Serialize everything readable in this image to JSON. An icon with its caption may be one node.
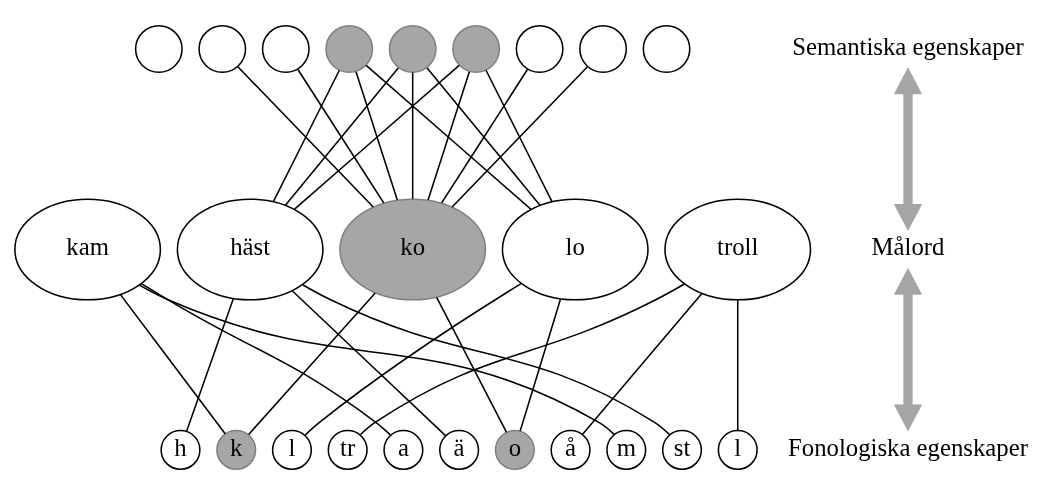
{
  "diagram": {
    "nodes": [
      {
        "text": [],
        "shape": "circle"
      },
      {
        "text": [],
        "shape": "circle"
      },
      {
        "text": [],
        "shape": "circle"
      },
      {
        "text": [],
        "shape": "circle"
      },
      {
        "text": [],
        "shape": "circle"
      },
      {
        "text": [],
        "shape": "circle"
      },
      {
        "text": [],
        "shape": "circle"
      },
      {
        "text": [],
        "shape": "circle"
      },
      {
        "text": [],
        "shape": "circle"
      },
      {
        "text": [
          "kam"
        ]
      },
      {
        "text": [
          "häst"
        ]
      },
      {
        "text": [
          "ko"
        ]
      },
      {
        "text": [
          "lo"
        ]
      },
      {
        "text": [
          "troll"
        ]
      },
      {
        "text": [
          "h"
        ]
      },
      {
        "text": [
          "k"
        ]
      },
      {
        "text": [
          "l"
        ]
      },
      {
        "text": [
          "tr"
        ]
      },
      {
        "text": [
          "a"
        ]
      },
      {
        "text": [
          "ä"
        ]
      },
      {
        "text": [
          "o"
        ]
      },
      {
        "text": [
          "å"
        ]
      },
      {
        "text": [
          "m"
        ]
      },
      {
        "text": [
          "st"
        ]
      },
      {
        "text": [
          "l"
        ]
      },
      {
        "text": [
          "Semantiska egenskaper"
        ]
      },
      {
        "text": [
          "Målord"
        ]
      },
      {
        "text": [
          "Fonologiska egenskaper"
        ]
      }
    ],
    "edges": [
      {
        "from": 1,
        "to": 11,
        "arrow": "none"
      },
      {
        "from": 2,
        "to": 11,
        "arrow": "none"
      },
      {
        "from": 3,
        "to": 10,
        "arrow": "none"
      },
      {
        "from": 3,
        "to": 11,
        "arrow": "none"
      },
      {
        "from": 3,
        "to": 12,
        "arrow": "none"
      },
      {
        "from": 4,
        "to": 10,
        "arrow": "none"
      },
      {
        "from": 4,
        "to": 11,
        "arrow": "none"
      },
      {
        "from": 4,
        "to": 12,
        "arrow": "none"
      },
      {
        "from": 5,
        "to": 10,
        "arrow": "none"
      },
      {
        "from": 5,
        "to": 11,
        "arrow": "none"
      },
      {
        "from": 5,
        "to": 12,
        "arrow": "none"
      },
      {
        "from": 6,
        "to": 11,
        "arrow": "none"
      },
      {
        "from": 7,
        "to": 11,
        "arrow": "none"
      },
      {
        "from": 9,
        "to": 15,
        "arrow": "none"
      },
      {
        "from": 9,
        "to": 18,
        "arrow": "none"
      },
      {
        "from": 9,
        "to": 22,
        "arrow": "none"
      },
      {
        "from": 10,
        "to": 14,
        "arrow": "none"
      },
      {
        "from": 10,
        "to": 19,
        "arrow": "none"
      },
      {
        "from": 10,
        "to": 23,
        "arrow": "none"
      },
      {
        "from": 11,
        "to": 15,
        "arrow": "none"
      },
      {
        "from": 11,
        "to": 20,
        "arrow": "none"
      },
      {
        "from": 12,
        "to": 16,
        "arrow": "none"
      },
      {
        "from": 12,
        "to": 20,
        "arrow": "none"
      },
      {
        "from": 13,
        "to": 17,
        "arrow": "none"
      },
      {
        "from": 13,
        "to": 21,
        "arrow": "none"
      },
      {
        "from": 13,
        "to": 24,
        "arrow": "none"
      },
      {
        "from": 25,
        "to": 26,
        "arrow": "both",
        "style": "thick",
        "color": "#a6a6a6"
      },
      {
        "from": 26,
        "to": 27,
        "arrow": "both",
        "style": "thick",
        "color": "#a6a6a6"
      }
    ]
  }
}
